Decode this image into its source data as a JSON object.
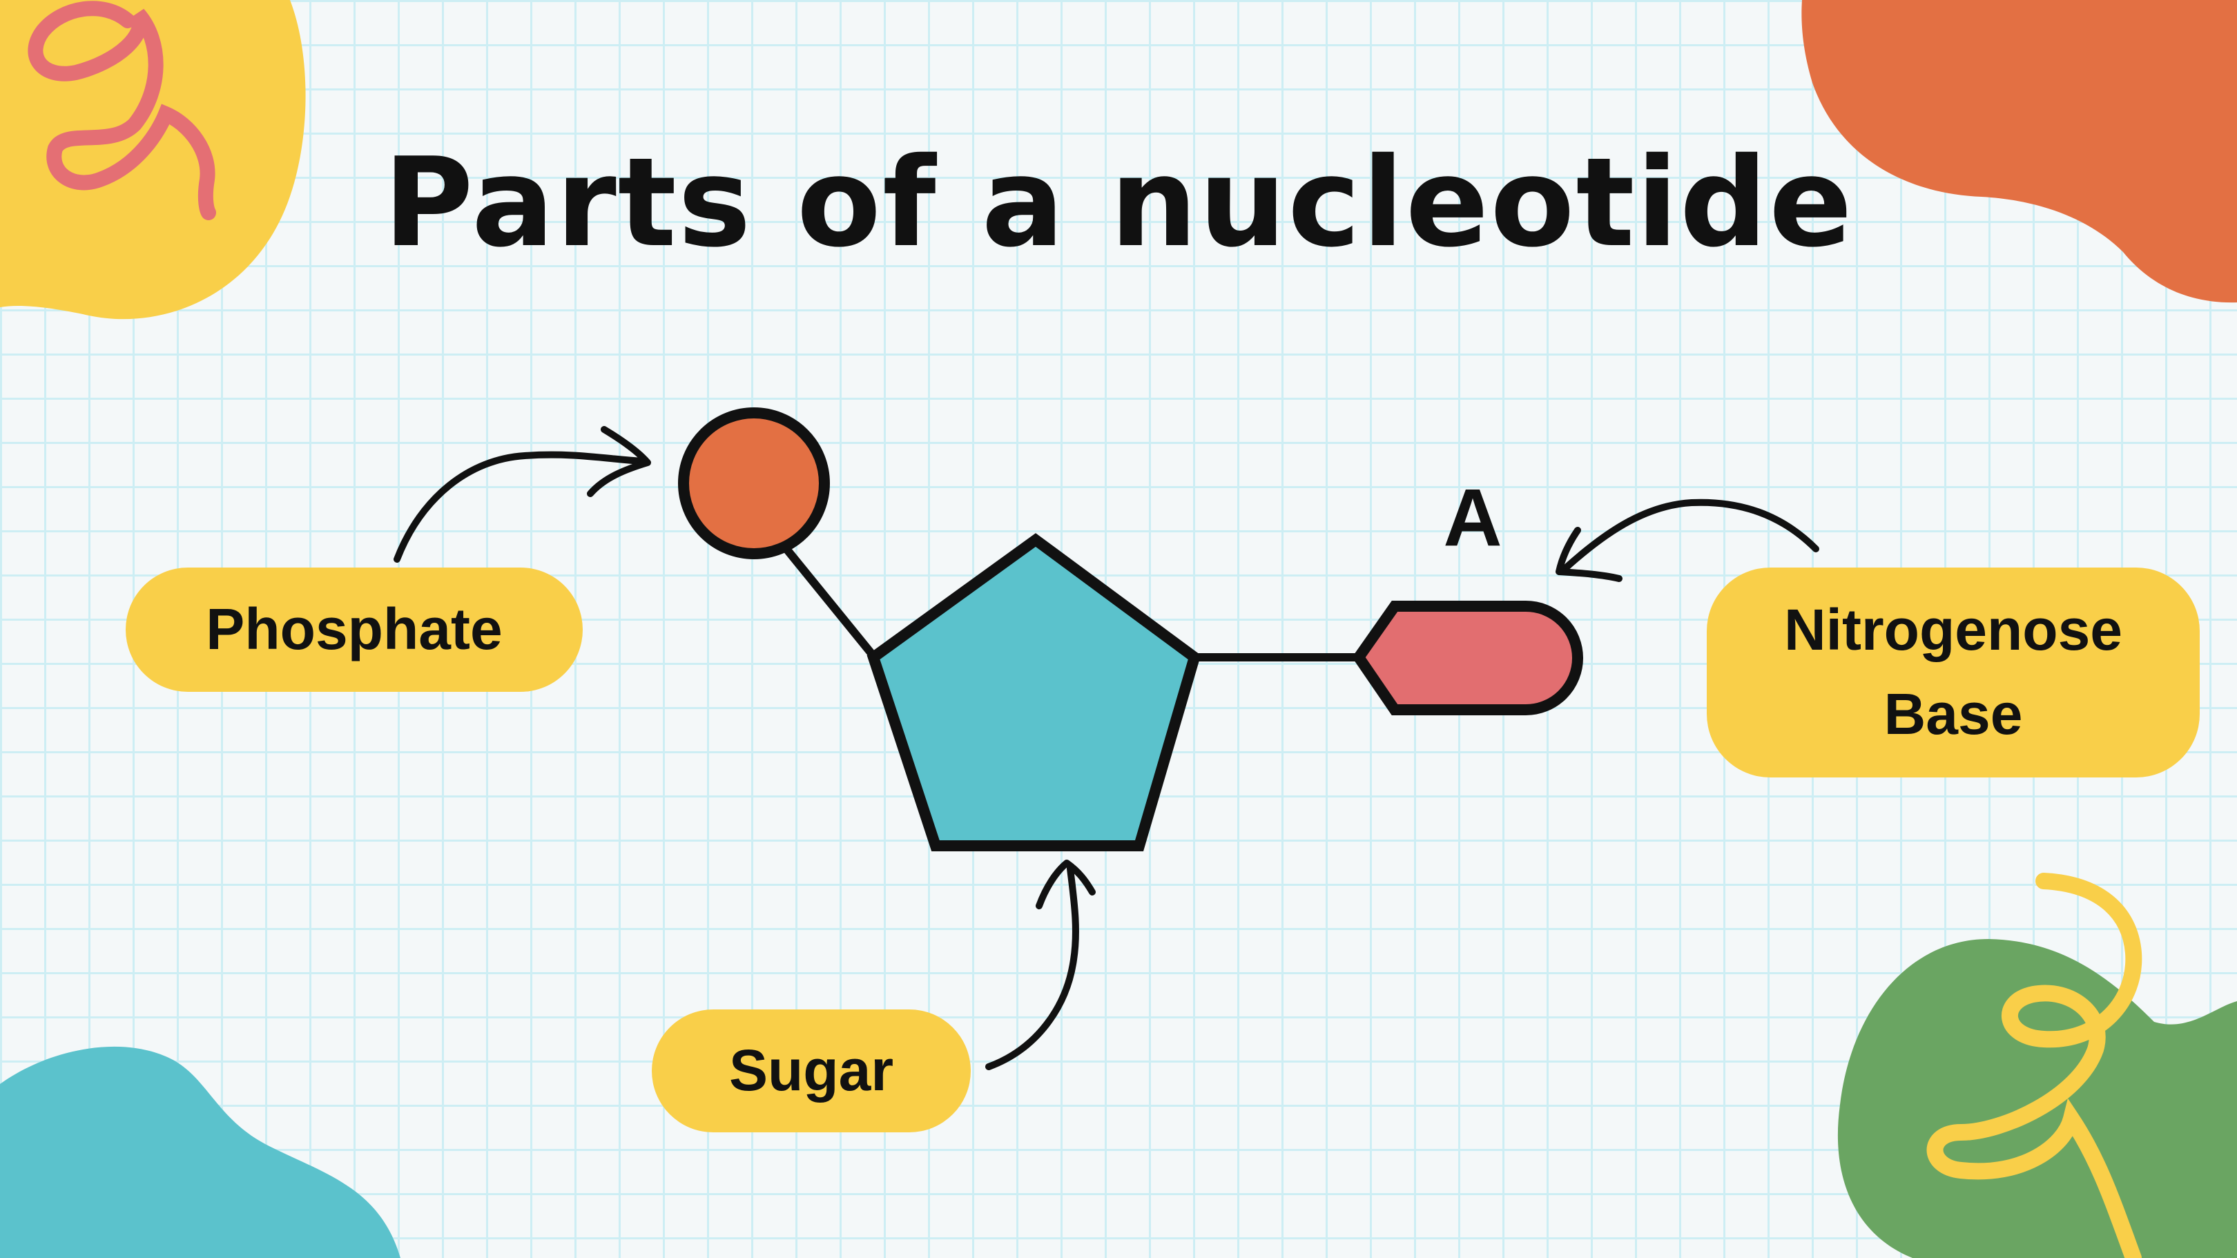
{
  "title": "Parts of a nucleotide",
  "labels": {
    "phosphate": "Phosphate",
    "sugar": "Sugar",
    "base_line1": "Nitrogenose",
    "base_line2": "Base",
    "base_letter": "A"
  },
  "colors": {
    "phosphate": "#e37043",
    "sugar": "#5bc2cc",
    "base": "#e26e70",
    "label_bg": "#f9cf49",
    "outline": "#111111",
    "blob_yellow": "#f9cf49",
    "blob_orange": "#e37043",
    "blob_teal": "#5bc2cc",
    "blob_green": "#6aa562",
    "squiggle_pink": "#e46f74",
    "squiggle_yellow": "#f9cf49"
  }
}
